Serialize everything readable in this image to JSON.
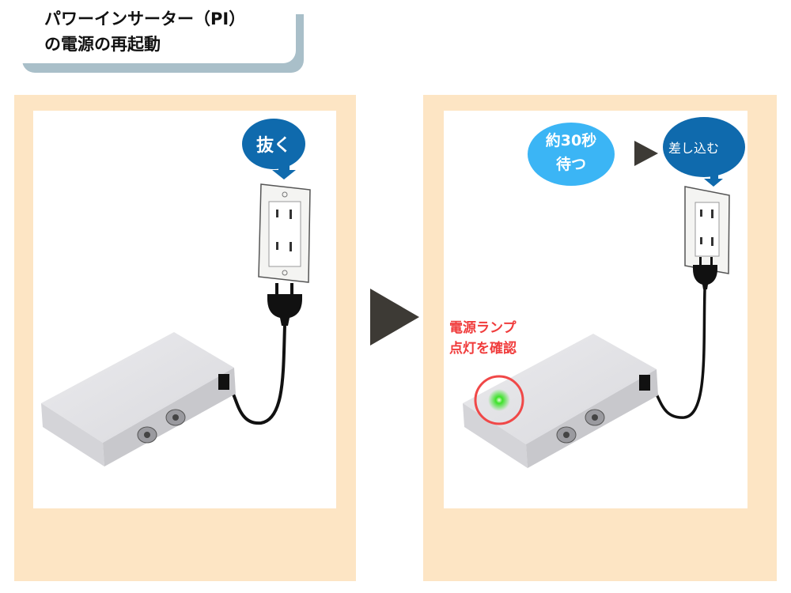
{
  "title": {
    "line1": "パワーインサーター（PI）",
    "line2": "の電源の再起動"
  },
  "step1": {
    "bubble": "抜く"
  },
  "step2": {
    "wait_bubble_line1": "約30秒",
    "wait_bubble_line2": "待つ",
    "plug_in_bubble": "差し込む",
    "lamp_note_line1": "電源ランプ",
    "lamp_note_line2": "点灯を確認"
  },
  "colors": {
    "panel": "#fde5c4",
    "dark_blue": "#0f6aad",
    "light_blue": "#3bb5f5",
    "arrow": "#3d3a35",
    "red": "#f03c3c",
    "lamp": "#3de22a"
  }
}
